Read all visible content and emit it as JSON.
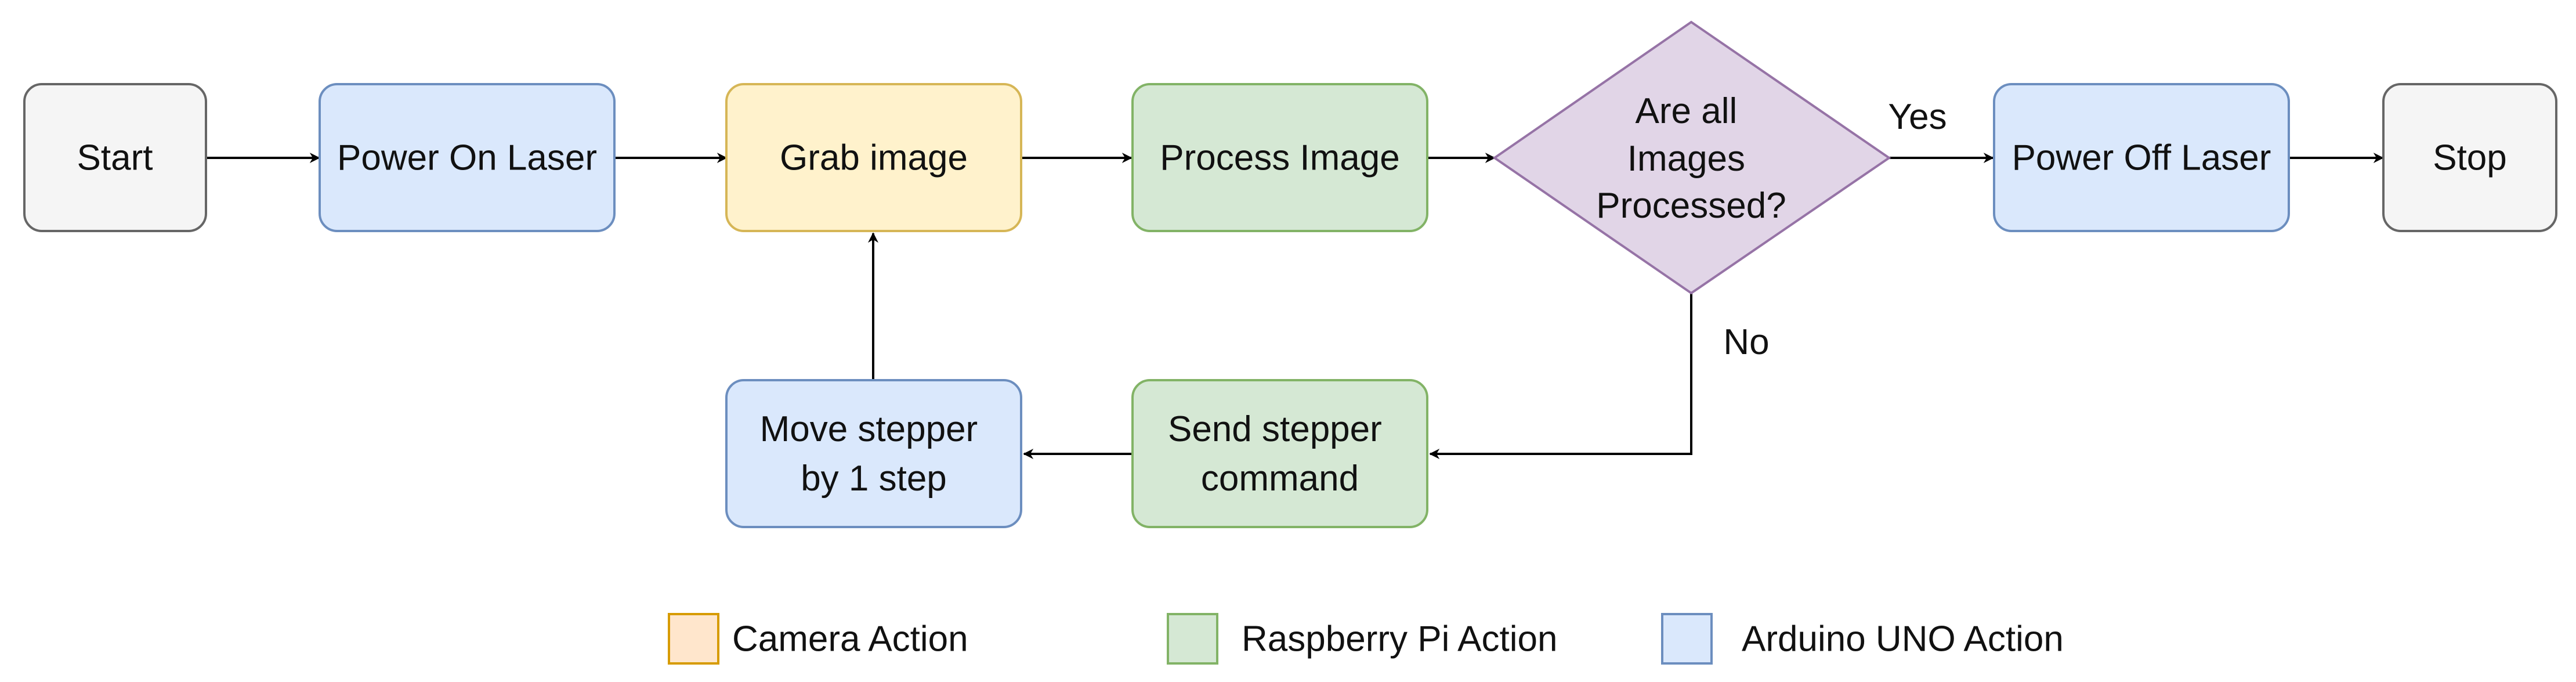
{
  "colors": {
    "terminal_fill": "#f5f5f5",
    "terminal_stroke": "#666666",
    "arduino_fill": "#dae8fc",
    "arduino_stroke": "#6c8ebf",
    "camera_fill": "#fff2cc",
    "camera_stroke": "#d6b656",
    "pi_fill": "#d5e8d4",
    "pi_stroke": "#82b366",
    "decision_fill": "#e1d5e7",
    "decision_stroke": "#9673a6",
    "legend_camera_fill": "#ffe6cc",
    "legend_camera_stroke": "#d79b00",
    "edge": "#000000"
  },
  "nodes": {
    "start": "Start",
    "power_on": "Power On Laser",
    "grab": "Grab image",
    "process": "Process Image",
    "decision": [
      "Are all",
      "Images",
      "Processed?"
    ],
    "power_off": "Power Off Laser",
    "stop": "Stop",
    "send": [
      "Send stepper",
      "command"
    ],
    "move": [
      "Move stepper",
      "by 1 step"
    ]
  },
  "edges": {
    "yes_label": "Yes",
    "no_label": "No"
  },
  "legend": {
    "camera": "Camera Action",
    "pi": "Raspberry Pi Action",
    "arduino": "Arduino UNO Action"
  }
}
